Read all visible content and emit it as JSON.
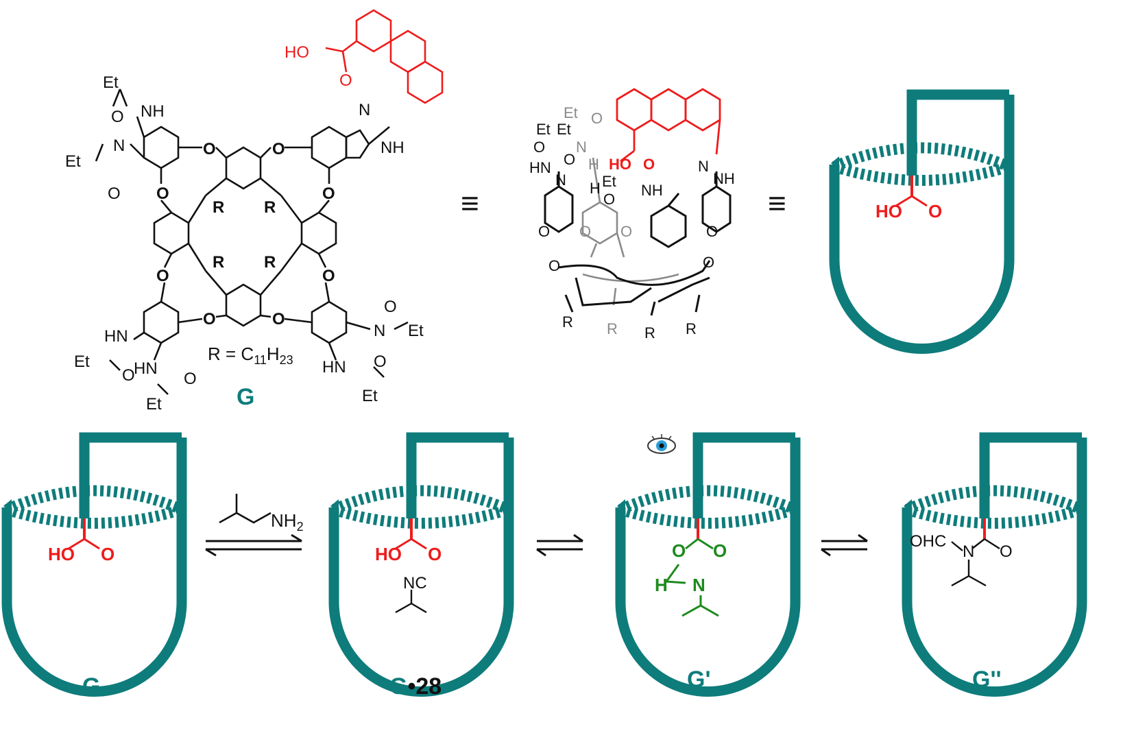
{
  "colors": {
    "teal": "#0e7c7b",
    "red": "#ee1c1c",
    "green": "#1e8a1e",
    "gray": "#8a8a8a",
    "black": "#111111"
  },
  "structure_top": {
    "et": "Et",
    "nh": "NH",
    "hn": "HN",
    "n": "N",
    "o": "O",
    "ho": "HO",
    "r": "R",
    "r_def": "R = C",
    "r_sub1": "11",
    "r_h": "H",
    "r_sub2": "23",
    "label": "G"
  },
  "equiv_symbol": "≡",
  "cavitand_3d": {
    "et": "Et",
    "o": "O",
    "n": "N",
    "nh": "NH",
    "hn": "HN",
    "h": "H",
    "ho": "HO",
    "r": "R"
  },
  "top_right_cartoon": {
    "ho": "HO",
    "o": "O"
  },
  "bottom_row": {
    "cartoon1": {
      "ho": "HO",
      "o": "O",
      "label": "G"
    },
    "reagent": {
      "nh": "NH",
      "sub": "2"
    },
    "cartoon2": {
      "ho": "HO",
      "o": "O",
      "nc": "NC",
      "label_g": "G",
      "label_rest": "•28"
    },
    "cartoon3": {
      "o": "O",
      "h": "H",
      "n": "N",
      "label": "G'"
    },
    "cartoon4": {
      "ohc": "OHC",
      "n": "N",
      "o": "O",
      "label": "G''"
    },
    "eye_icon": "eye-icon"
  }
}
